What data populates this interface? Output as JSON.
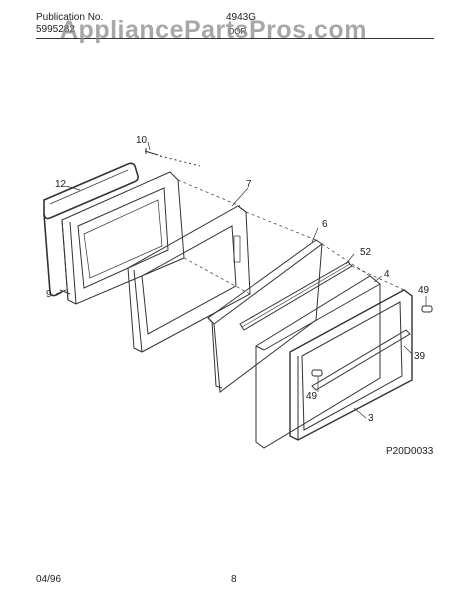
{
  "header": {
    "publication_label": "Publication No.",
    "publication_number": "5995282",
    "model": "4943G",
    "section": "OOR"
  },
  "watermark": "AppliancePartsPros.com",
  "callouts": [
    "10",
    "12",
    "7",
    "9",
    "6",
    "52",
    "4",
    "49",
    "39",
    "49",
    "3"
  ],
  "diagram_code": "P20D0033",
  "footer": {
    "date": "04/96",
    "page": "8"
  },
  "colors": {
    "line": "#333333",
    "watermark": "#8a8a8a"
  }
}
